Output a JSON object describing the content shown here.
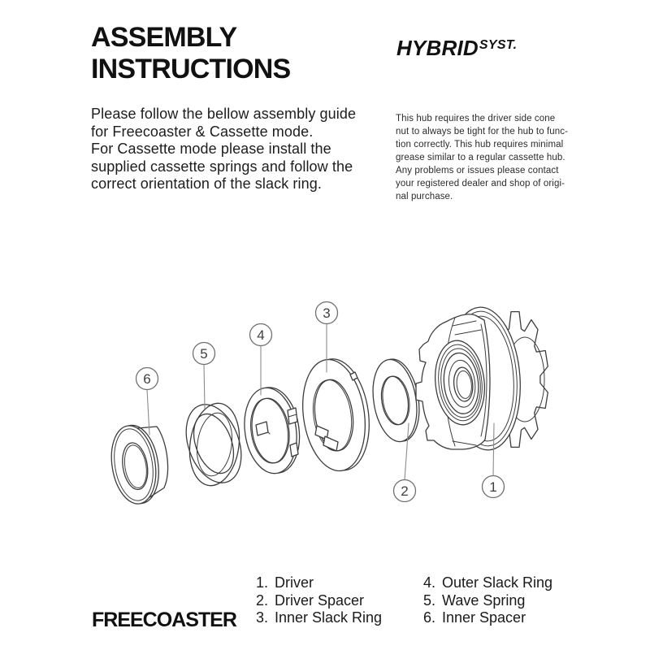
{
  "header": {
    "title": "ASSEMBLY\nINSTRUCTIONS",
    "brand": {
      "name": "HYBRID",
      "suffix": "SYST."
    }
  },
  "intro": {
    "text": "Please follow the bellow assembly guide\nfor Freecoaster & Cassette mode.\nFor Cassette mode please install the\nsupplied cassette springs and follow the\ncorrect orientation of the slack ring."
  },
  "note": {
    "text": "This hub requires the driver side cone\nnut to always be tight for the hub to func-\ntion correctly. This hub requires minimal\ngrease similar to a regular cassette hub.\nAny problems or issues please contact\nyour registered dealer and shop of origi-\nnal purchase."
  },
  "diagram": {
    "callouts": [
      {
        "num": "1"
      },
      {
        "num": "2"
      },
      {
        "num": "3"
      },
      {
        "num": "4"
      },
      {
        "num": "5"
      },
      {
        "num": "6"
      }
    ]
  },
  "footer": {
    "mode_label": "FREECOASTER",
    "parts": [
      {
        "num": "1.",
        "label": "Driver"
      },
      {
        "num": "2.",
        "label": "Driver Spacer"
      },
      {
        "num": "3.",
        "label": "Inner Slack Ring"
      },
      {
        "num": "4.",
        "label": "Outer Slack Ring"
      },
      {
        "num": "5.",
        "label": "Wave Spring"
      },
      {
        "num": "6.",
        "label": "Inner Spacer"
      }
    ]
  },
  "colors": {
    "ink": "#161616",
    "line": "#3d3d3d",
    "callout": "#6e6e6e"
  }
}
